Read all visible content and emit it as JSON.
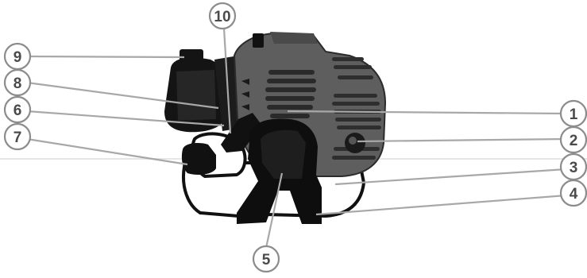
{
  "diagram": {
    "callouts": [
      {
        "id": "1",
        "label": "1"
      },
      {
        "id": "2",
        "label": "2"
      },
      {
        "id": "3",
        "label": "3"
      },
      {
        "id": "4",
        "label": "4"
      },
      {
        "id": "5",
        "label": "5"
      },
      {
        "id": "6",
        "label": "6"
      },
      {
        "id": "7",
        "label": "7"
      },
      {
        "id": "8",
        "label": "8"
      },
      {
        "id": "9",
        "label": "9"
      },
      {
        "id": "10",
        "label": "10"
      }
    ],
    "colors": {
      "engine_body": "#5e5e5e",
      "engine_fins": "#2a2a2a",
      "black_parts": "#111111",
      "callout_stroke": "#8c8c8c",
      "leader_line": "#a8a8a8",
      "callout_text": "#4a4a4a"
    }
  }
}
